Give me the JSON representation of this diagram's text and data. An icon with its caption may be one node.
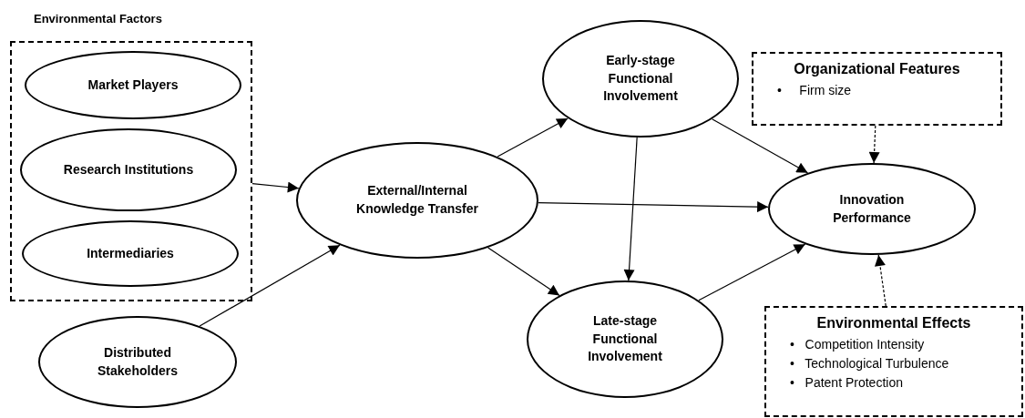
{
  "diagram": {
    "nodes": [
      {
        "text": [
          "Environmental Factors"
        ]
      },
      {
        "text": [
          "Market Players"
        ],
        "in": 0
      },
      {
        "text": [
          "Research Institutions"
        ],
        "in": 0
      },
      {
        "text": [
          "Intermediaries"
        ],
        "in": 0
      },
      {
        "text": [
          "Distributed Stakeholders"
        ]
      },
      {
        "text": [
          "External/Internal Knowledge Transfer"
        ]
      },
      {
        "text": [
          "Early-stage Functional Involvement"
        ]
      },
      {
        "text": [
          "Late-stage Functional Involvement"
        ]
      },
      {
        "text": [
          "Innovation Performance"
        ]
      },
      {
        "text": [
          "Organizational Features",
          "•     Firm size"
        ]
      },
      {
        "text": [
          "Environmental Effects",
          "•   Competition Intensity",
          "•   Technological Turbulence",
          "•   Patent Protection"
        ]
      }
    ],
    "edges": [
      {
        "from": 0,
        "to": 5,
        "arrow": "to"
      },
      {
        "from": 4,
        "to": 5,
        "arrow": "to"
      },
      {
        "from": 5,
        "to": 6,
        "arrow": "to"
      },
      {
        "from": 5,
        "to": 7,
        "arrow": "to"
      },
      {
        "from": 5,
        "to": 8,
        "arrow": "to"
      },
      {
        "from": 6,
        "to": 7,
        "arrow": "to"
      },
      {
        "from": 6,
        "to": 8,
        "arrow": "to"
      },
      {
        "from": 7,
        "to": 8,
        "arrow": "to"
      },
      {
        "from": 9,
        "to": 8,
        "arrow": "to",
        "style": "dashed"
      },
      {
        "from": 10,
        "to": 8,
        "arrow": "to",
        "style": "dashed"
      }
    ]
  }
}
